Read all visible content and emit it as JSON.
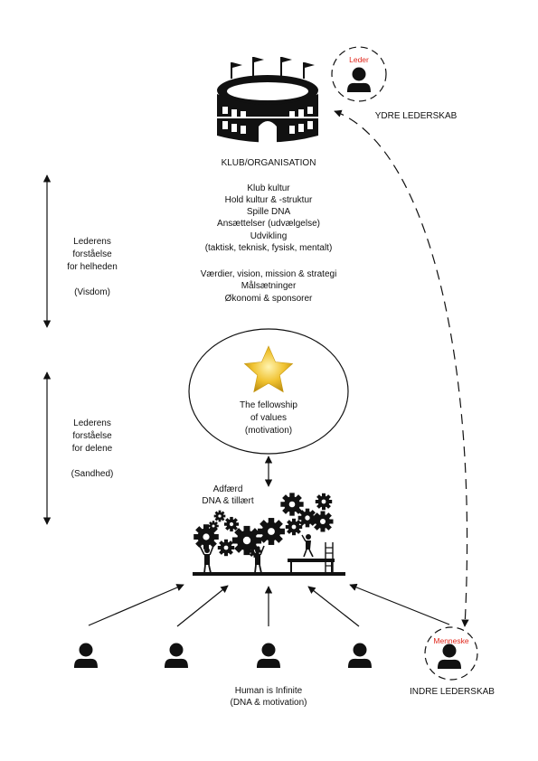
{
  "club": {
    "title": "KLUB/ORGANISATION",
    "items": [
      "Klub kultur",
      "Hold kultur & -struktur",
      "Spille DNA",
      "Ansættelser (udvælgelse)",
      "Udvikling",
      "(taktisk, teknisk, fysisk, mentalt)"
    ],
    "items2": [
      "Værdier, vision, mission & strategi",
      "Målsætninger",
      "Økonomi & sponsorer"
    ]
  },
  "leader": {
    "label": "Leder",
    "title": "YDRE LEDERSKAB"
  },
  "human": {
    "label": "Menneske",
    "title": "INDRE LEDERSKAB"
  },
  "left_top": {
    "lines": [
      "Lederens",
      "forståelse",
      "for helheden"
    ],
    "note": "(Visdom)"
  },
  "left_bottom": {
    "lines": [
      "Lederens",
      "forståelse",
      "for delene"
    ],
    "note": "(Sandhed)"
  },
  "fellowship": {
    "lines": [
      "The fellowship",
      "of values",
      "(motivation)"
    ]
  },
  "behavior": {
    "lines": [
      "Adfærd",
      "DNA & tillært"
    ]
  },
  "bottom": {
    "lines": [
      "Human is Infinite",
      "(DNA & motivation)"
    ]
  },
  "colors": {
    "ink": "#111111",
    "accent_red": "#e0261b",
    "star_gold": "#e8b820"
  }
}
